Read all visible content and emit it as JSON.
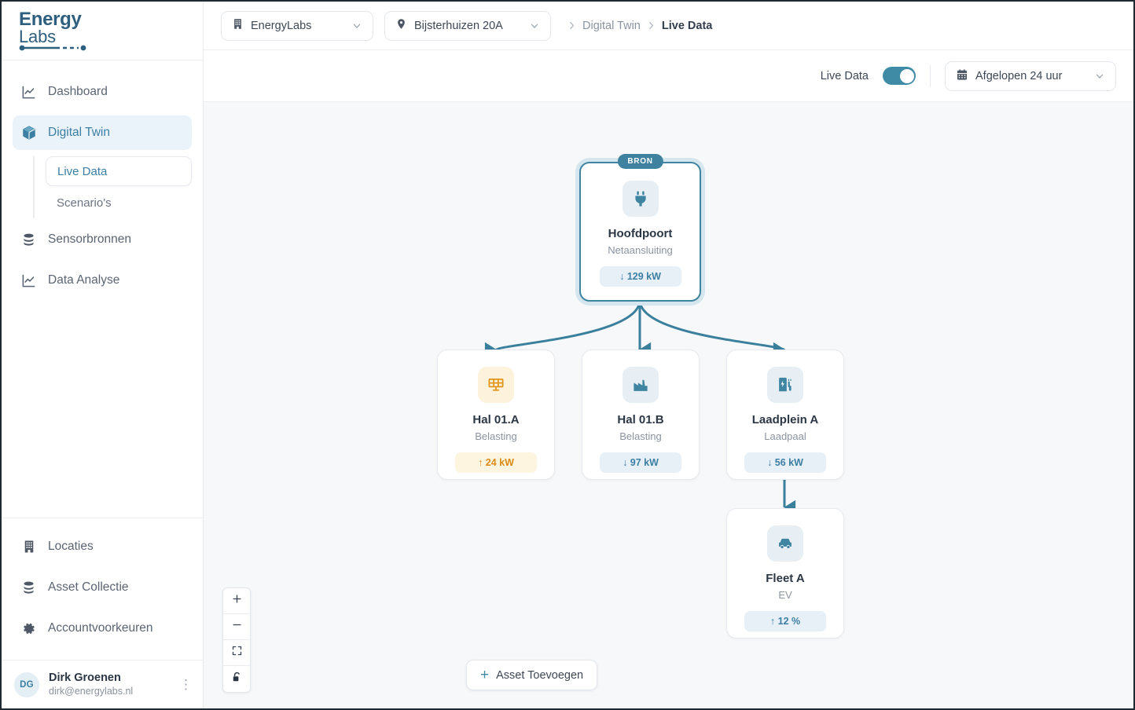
{
  "brand": {
    "line1": "Energy",
    "line2": "Labs",
    "color": "#2e5f7e"
  },
  "sidebar": {
    "items": [
      {
        "label": "Dashboard",
        "icon": "line-chart-icon",
        "active": false
      },
      {
        "label": "Digital Twin",
        "icon": "cube-icon",
        "active": true
      }
    ],
    "subitems": [
      {
        "label": "Live Data",
        "active": true
      },
      {
        "label": "Scenario's",
        "active": false
      }
    ],
    "items2": [
      {
        "label": "Sensorbronnen",
        "icon": "database-icon"
      },
      {
        "label": "Data Analyse",
        "icon": "line-chart-icon"
      }
    ],
    "bottom_items": [
      {
        "label": "Locaties",
        "icon": "building-icon"
      },
      {
        "label": "Asset Collectie",
        "icon": "database-icon"
      },
      {
        "label": "Accountvoorkeuren",
        "icon": "gear-icon"
      }
    ],
    "user": {
      "initials": "DG",
      "name": "Dirk Groenen",
      "email": "dirk@energylabs.nl",
      "menu_icon": "kebab-menu-icon"
    }
  },
  "topbar": {
    "org_select": {
      "value": "EnergyLabs",
      "icon": "building-icon"
    },
    "location_select": {
      "value": "Bijsterhuizen 20A",
      "icon": "map-pin-icon"
    },
    "breadcrumb": [
      {
        "label": "Digital Twin",
        "current": false
      },
      {
        "label": "Live Data",
        "current": true
      }
    ]
  },
  "toolbar": {
    "live_label": "Live Data",
    "live_enabled": true,
    "toggle_color": "#3f8ba5",
    "date_range": {
      "value": "Afgelopen 24 uur",
      "icon": "calendar-icon"
    }
  },
  "canvas": {
    "background": "#f7f8fa",
    "edge_color": "#3a7f9c",
    "zoom_controls": [
      {
        "name": "zoom-in",
        "icon": "plus-icon"
      },
      {
        "name": "zoom-out",
        "icon": "minus-icon"
      },
      {
        "name": "fit-view",
        "icon": "expand-icon"
      },
      {
        "name": "lock-toggle",
        "icon": "unlock-icon"
      }
    ],
    "add_asset_label": "Asset Toevoegen",
    "add_asset_icon": "plus-icon"
  },
  "nodes": [
    {
      "id": "hoofdpoort",
      "badge": "BRON",
      "title": "Hoofdpoort",
      "subtitle": "Netaansluiting",
      "metric": "↓ 129 kW",
      "metric_value": 129,
      "metric_unit": "kW",
      "direction": "down",
      "icon": "plug-icon",
      "theme": "teal",
      "is_source": true
    },
    {
      "id": "hal-01-a",
      "title": "Hal 01.A",
      "subtitle": "Belasting",
      "metric": "↑ 24 kW",
      "metric_value": 24,
      "metric_unit": "kW",
      "direction": "up",
      "icon": "solar-panel-icon",
      "theme": "amber",
      "is_source": false
    },
    {
      "id": "hal-01-b",
      "title": "Hal 01.B",
      "subtitle": "Belasting",
      "metric": "↓ 97 kW",
      "metric_value": 97,
      "metric_unit": "kW",
      "direction": "down",
      "icon": "factory-icon",
      "theme": "teal",
      "is_source": false
    },
    {
      "id": "laadplein-a",
      "title": "Laadplein A",
      "subtitle": "Laadpaal",
      "metric": "↓ 56 kW",
      "metric_value": 56,
      "metric_unit": "kW",
      "direction": "down",
      "icon": "ev-charger-icon",
      "theme": "teal",
      "is_source": false
    },
    {
      "id": "fleet-a",
      "title": "Fleet A",
      "subtitle": "EV",
      "metric": "↑ 12 %",
      "metric_value": 12,
      "metric_unit": "%",
      "direction": "up",
      "icon": "car-icon",
      "theme": "teal",
      "is_source": false
    }
  ]
}
